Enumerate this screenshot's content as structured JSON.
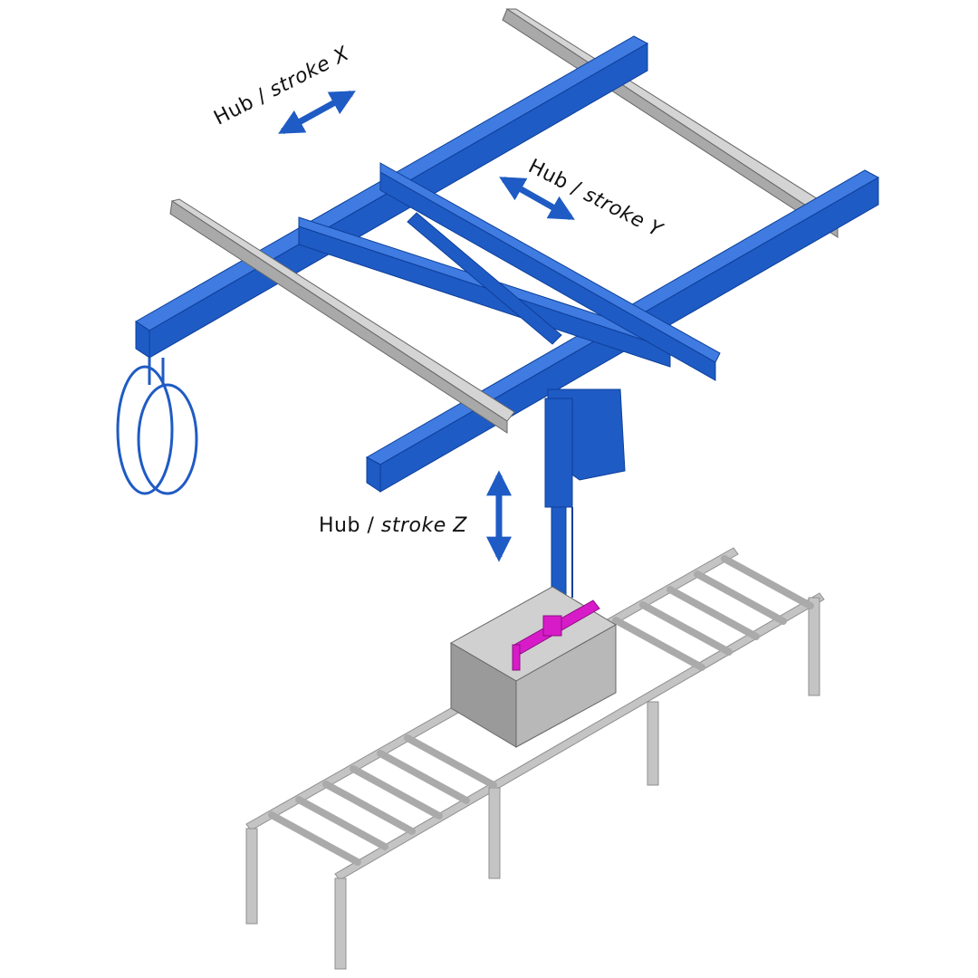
{
  "annotations": {
    "stroke_x": {
      "hub": "Hub",
      "sep": " / ",
      "stroke": "stroke X"
    },
    "stroke_y": {
      "hub": "Hub",
      "sep": " / ",
      "stroke": "stroke Y"
    },
    "stroke_z": {
      "hub": "Hub",
      "sep": " / ",
      "stroke": "stroke Z"
    }
  },
  "colors": {
    "rail_blue": "#1f5bc4",
    "rail_blue_dark": "#0d3f9a",
    "rail_blue_light": "#3f7be0",
    "beam_gray": "#a9a9a9",
    "beam_gray_dark": "#7a7a7a",
    "beam_gray_light": "#d4d4d4",
    "gripper_magenta": "#d81bc9",
    "conveyor_gray": "#c4c4c4",
    "conveyor_gray_dark": "#8f8f8f"
  },
  "icons": {
    "arrow_x": "double-arrow-icon",
    "arrow_y": "double-arrow-icon",
    "arrow_z": "double-arrow-icon"
  }
}
